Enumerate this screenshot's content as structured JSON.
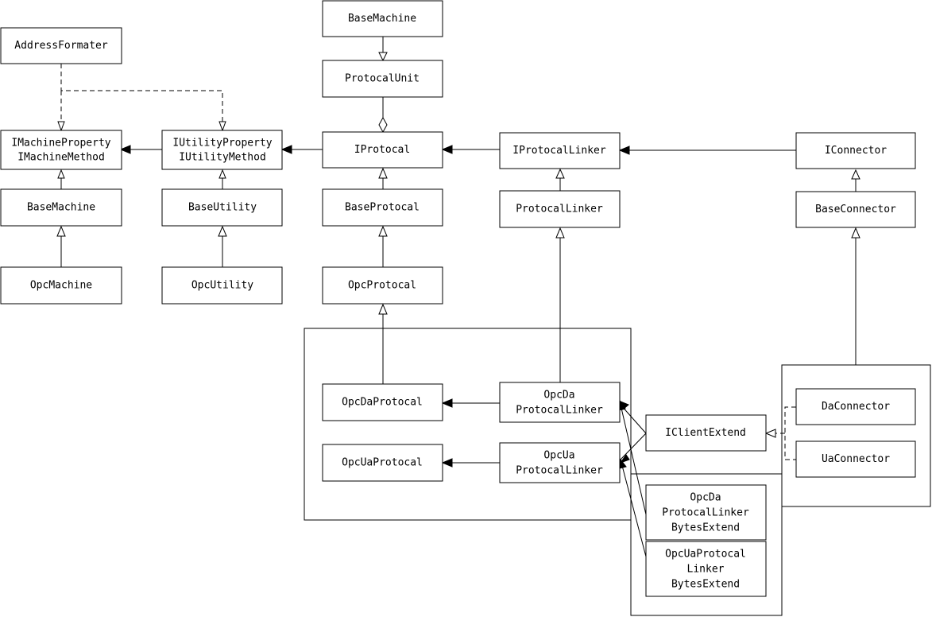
{
  "nodes": {
    "base_machine_top": [
      "BaseMachine"
    ],
    "address_formater": [
      "AddressFormater"
    ],
    "protocal_unit": [
      "ProtocalUnit"
    ],
    "imachine": [
      "IMachineProperty",
      "IMachineMethod"
    ],
    "iutility": [
      "IUtilityProperty",
      "IUtilityMethod"
    ],
    "iprotocal": [
      "IProtocal"
    ],
    "iprotocal_linker": [
      "IProtocalLinker"
    ],
    "iconnector": [
      "IConnector"
    ],
    "base_machine": [
      "BaseMachine"
    ],
    "base_utility": [
      "BaseUtility"
    ],
    "base_protocal": [
      "BaseProtocal"
    ],
    "protocal_linker": [
      "ProtocalLinker"
    ],
    "base_connector": [
      "BaseConnector"
    ],
    "opc_machine": [
      "OpcMachine"
    ],
    "opc_utility": [
      "OpcUtility"
    ],
    "opc_protocal": [
      "OpcProtocal"
    ],
    "opc_da_protocal": [
      "OpcDaProtocal"
    ],
    "opc_da_protocal_linker": [
      "OpcDa",
      "ProtocalLinker"
    ],
    "opc_ua_protocal": [
      "OpcUaProtocal"
    ],
    "opc_ua_protocal_linker": [
      "OpcUa",
      "ProtocalLinker"
    ],
    "iclient_extend": [
      "IClientExtend"
    ],
    "da_connector": [
      "DaConnector"
    ],
    "ua_connector": [
      "UaConnector"
    ],
    "opc_da_bytes_extend": [
      "OpcDa",
      "ProtocalLinker",
      "BytesExtend"
    ],
    "opc_ua_bytes_extend": [
      "OpcUaProtocal",
      "Linker",
      "BytesExtend"
    ]
  }
}
